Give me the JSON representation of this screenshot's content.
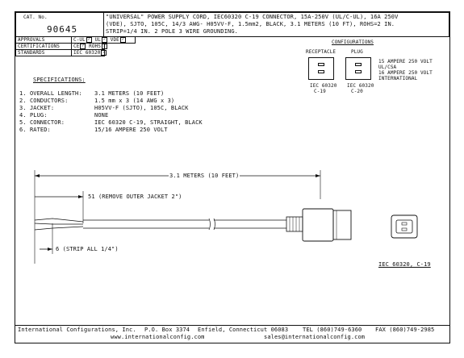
{
  "title_block": {
    "cat_label": "CAT. No.",
    "cat_number": "90645",
    "description": [
      "\"UNIVERSAL\" POWER SUPPLY CORD, IEC60320 C-19 CONNECTOR, 15A-250V (UL/C-UL), 16A 250V",
      "(VDE), SJTO, 105C, 14/3 AWG- H05VV-F, 1.5mm2, BLACK, 3.1 METERS (10 FT), ROHS=2 IN.",
      "STRIP=1/4 IN. 2 POLE 3 WIRE GROUNDING."
    ],
    "rows": [
      {
        "label": "APPROVALS",
        "values": [
          "C-UL",
          "UL",
          "VDE"
        ]
      },
      {
        "label": "CERTIFICATIONS",
        "values": [
          "CE",
          "ROHS"
        ]
      },
      {
        "label": "STANDARDS",
        "values": [
          "IEC 60320"
        ]
      }
    ]
  },
  "configurations": {
    "title": "CONFIGURATIONS",
    "receptacle_label": "RECEPTACLE",
    "plug_label": "PLUG",
    "receptacle_caption": [
      "IEC 60320",
      "C-19"
    ],
    "plug_caption": [
      "IEC 60320",
      "C-20"
    ],
    "ratings": [
      "15 AMPERE 250 VOLT",
      "UL/CSA",
      "16 AMPERE 250 VOLT",
      "INTERNATIONAL"
    ]
  },
  "specifications": {
    "title": "SPECIFICATIONS:",
    "items": [
      {
        "num": "1.",
        "label": "OVERALL LENGTH:",
        "value": "3.1 METERS (10 FEET)"
      },
      {
        "num": "2.",
        "label": "CONDUCTORS:",
        "value": "1.5 mm x 3 (14 AWG x 3)"
      },
      {
        "num": "3.",
        "label": "JACKET:",
        "value": "H05VV-F (SJTO), 105C, BLACK"
      },
      {
        "num": "4.",
        "label": "PLUG:",
        "value": "NONE"
      },
      {
        "num": "5.",
        "label": "CONNECTOR:",
        "value": "IEC 60320 C-19, STRAIGHT, BLACK"
      },
      {
        "num": "6.",
        "label": "RATED:",
        "value": "15/16 AMPERE 250 VOLT"
      }
    ]
  },
  "drawing": {
    "overall_dim": "3.1 METERS (10 FEET)",
    "jacket_dim": "51 (REMOVE OUTER JACKET 2\")",
    "strip_dim": "6 (STRIP ALL 1/4\")",
    "connector_label": "IEC 60320, C-19"
  },
  "footer": {
    "company": "International Configurations, Inc.",
    "po_box": "P.O. Box 3374",
    "address": "Enfield, Connecticut 06083",
    "tel": "TEL (860)749-6360",
    "fax": "FAX (860)749-2985",
    "web": "www.internationalconfig.com",
    "email": "sales@internationalconfig.com"
  }
}
